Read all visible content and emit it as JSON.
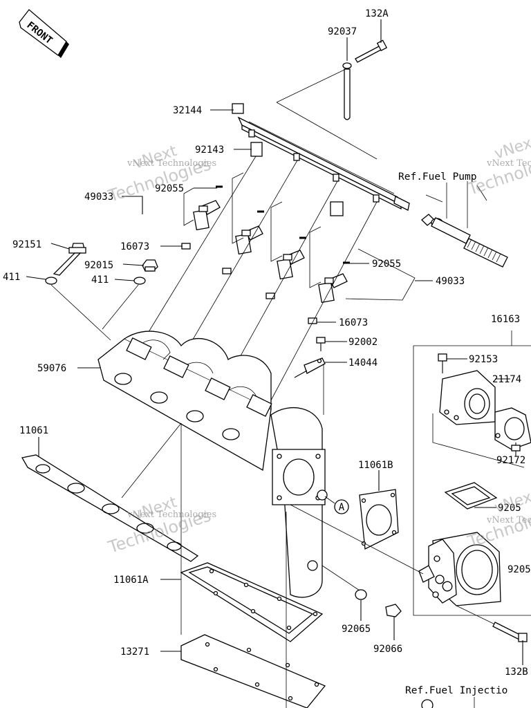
{
  "front_badge": "FRONT",
  "labels": {
    "p132A": "132A",
    "p92037": "92037",
    "p32144": "32144",
    "p92143": "92143",
    "p92055_top": "92055",
    "p49033_left": "49033",
    "p92151": "92151",
    "p16073_top": "16073",
    "p92015": "92015",
    "p411_a": "411",
    "p411_b": "411",
    "p92055_right": "92055",
    "p49033_right": "49033",
    "p16073_bottom": "16073",
    "p92002": "92002",
    "p14044": "14044",
    "p59076": "59076",
    "p16163": "16163",
    "p92153": "92153",
    "p21174": "21174",
    "p92172": "92172",
    "p92055_tb": "9205",
    "p9205_b": "9205",
    "p11061": "11061",
    "p11061B": "11061B",
    "p11061A": "11061A",
    "p92065": "92065",
    "p92066": "92066",
    "p13271": "13271",
    "p132B": "132B"
  },
  "references": {
    "fuel_pump": "Ref.Fuel Pump",
    "fuel_injection": "Ref.Fuel Injectio"
  },
  "callouts": {
    "circle_a": "A"
  },
  "watermarks": {
    "brand_a": "vNext",
    "brand_b": "Technologies",
    "full": "vNext Technologies"
  }
}
